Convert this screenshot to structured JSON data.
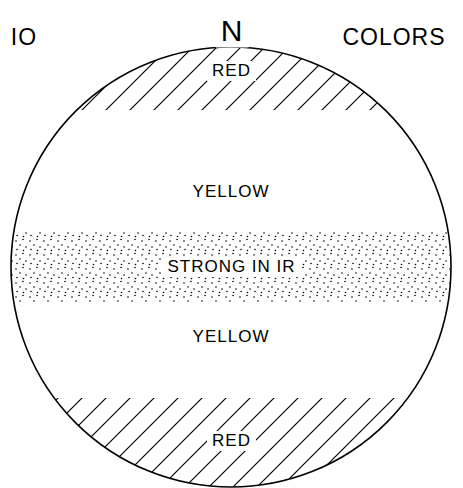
{
  "diagram": {
    "nodes": [
      {
        "text": [
          "RED"
        ]
      },
      {
        "text": [
          "STRONG IN IR"
        ]
      },
      {
        "text": [
          "RED"
        ]
      }
    ],
    "labels": [
      "IO",
      "N",
      "COLORS",
      "YELLOW",
      "YELLOW"
    ]
  }
}
